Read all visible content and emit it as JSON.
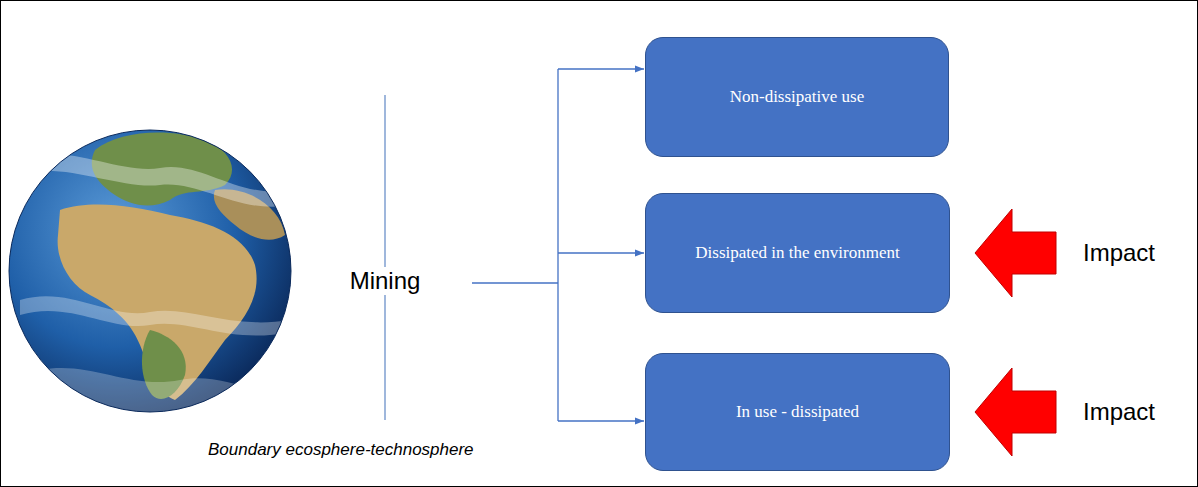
{
  "diagram": {
    "nodes": [
      {
        "text": [
          "Non-dissipative use"
        ]
      },
      {
        "text": [
          "Dissipated in the environment"
        ]
      },
      {
        "text": [
          "In use - dissipated"
        ]
      }
    ],
    "labels": [
      "Mining",
      "Impact",
      "Impact",
      "Boundary ecosphere-technosphere"
    ]
  }
}
